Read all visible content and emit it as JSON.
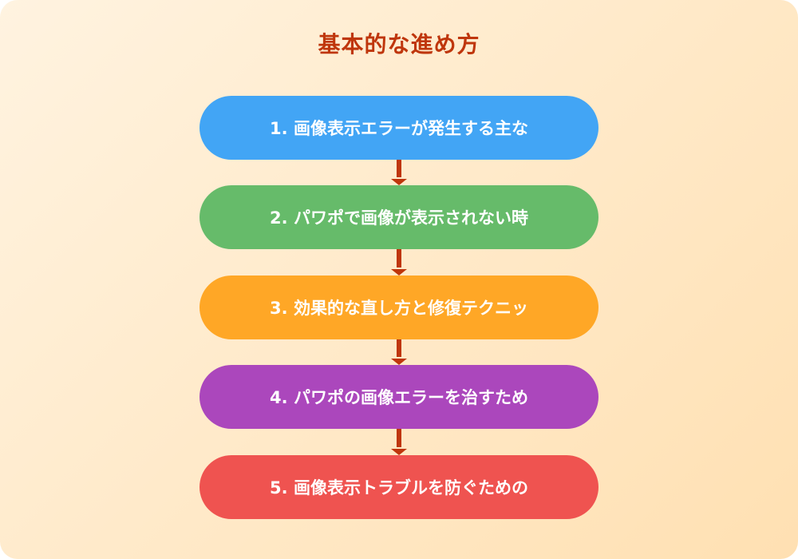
{
  "diagram": {
    "title": "基本的な進め方",
    "title_color": "#bf360c",
    "background_gradient": [
      "#fff3e0",
      "#ffe0b2"
    ],
    "arrow_color": "#bf360c",
    "steps": [
      {
        "label": "1. 画像表示エラーが発生する主な",
        "color": "#42a5f5"
      },
      {
        "label": "2. パワポで画像が表示されない時",
        "color": "#66bb6a"
      },
      {
        "label": "3. 効果的な直し方と修復テクニッ",
        "color": "#ffa726"
      },
      {
        "label": "4. パワポの画像エラーを治すため",
        "color": "#ab47bc"
      },
      {
        "label": "5. 画像表示トラブルを防ぐための",
        "color": "#ef5350"
      }
    ]
  }
}
